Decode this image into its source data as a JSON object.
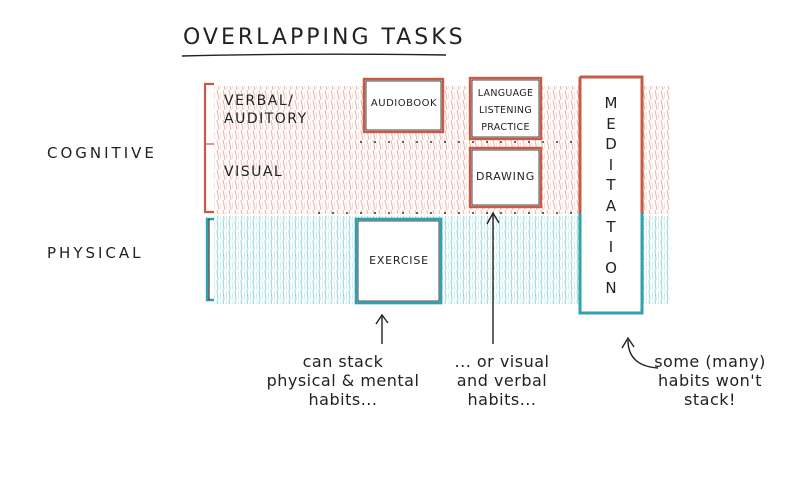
{
  "title": "OVERLAPPING TASKS",
  "categories": {
    "cognitive": "COGNITIVE",
    "physical": "PHYSICAL"
  },
  "rows": {
    "verbal_auditory": [
      "VERBAL/",
      "AUDITORY"
    ],
    "visual": "VISUAL"
  },
  "boxes": {
    "audiobook": "AUDIOBOOK",
    "language_listening_practice": [
      "LANGUAGE",
      "LISTENING",
      "PRACTICE"
    ],
    "drawing": "DRAWING",
    "exercise": "EXERCISE",
    "meditation_letters": [
      "M",
      "E",
      "D",
      "I",
      "T",
      "A",
      "T",
      "I",
      "O",
      "N"
    ]
  },
  "annotations": {
    "stack_physical_mental": [
      "can stack",
      "physical & mental",
      "habits..."
    ],
    "visual_verbal": [
      "... or visual",
      "and verbal",
      "habits..."
    ],
    "wont_stack": [
      "some (many)",
      "habits won't",
      "stack!"
    ]
  },
  "colors": {
    "cognitive_hatch": "#e6a08f",
    "cognitive_border": "#c85a46",
    "physical_hatch": "#7fcfd2",
    "physical_border": "#2fa1b0",
    "ink": "#1c1c1c"
  }
}
